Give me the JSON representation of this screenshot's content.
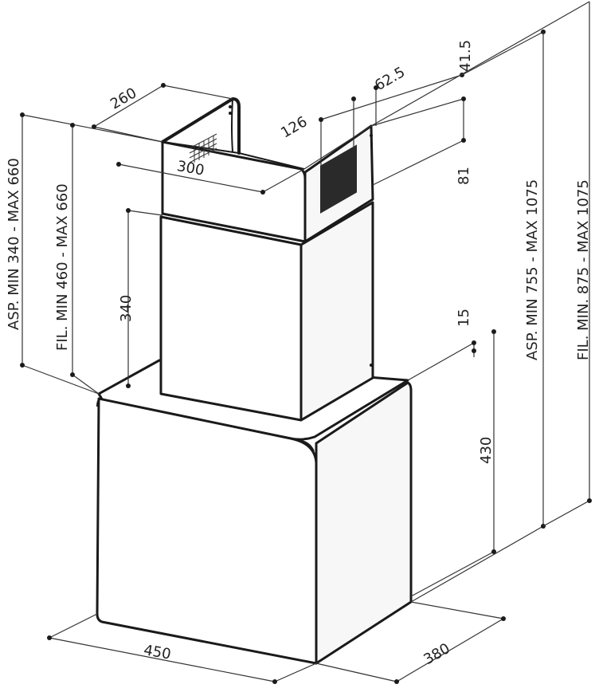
{
  "diagram": {
    "dimensions": {
      "top_depth": "260",
      "top_width": "300",
      "outlet_offset": "126",
      "outlet_gap": "62.5",
      "top_offset": "41.5",
      "outlet_height": "81",
      "chimney_height": "340",
      "aspiration_chimney_range": "ASP. MIN 340 - MAX 660",
      "filter_chimney_range": "FIL. MIN 460 - MAX 660",
      "bottom_offset": "15",
      "hood_height": "430",
      "aspiration_total_range": "ASP. MIN 755 - MAX 1075",
      "filter_total_range": "FIL. MIN. 875 - MAX 1075",
      "hood_width": "450",
      "hood_depth": "380"
    },
    "colors": {
      "line": "#1a1a1a",
      "background": "#ffffff"
    }
  }
}
